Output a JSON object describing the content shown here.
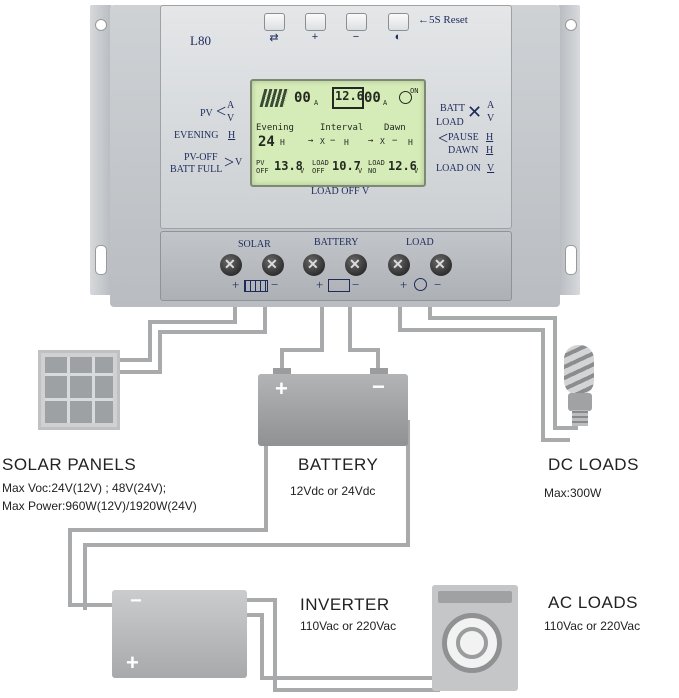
{
  "controller": {
    "model": "L80",
    "reset_label": "←5S Reset",
    "buttons": [
      {
        "symbol": "⇄"
      },
      {
        "symbol": "+"
      },
      {
        "symbol": "−"
      },
      {
        "symbol": "◐"
      }
    ],
    "left_labels": {
      "pv": "PV",
      "a": "A",
      "v": "V",
      "evening": "EVENING",
      "h": "H",
      "pv_off": "PV-OFF",
      "batt_full": "BATT FULL",
      "v2": "V"
    },
    "right_labels": {
      "batt": "BATT",
      "load": "LOAD",
      "a": "A",
      "v": "V",
      "pause": "PAUSE",
      "dawn": "DAWN",
      "h1": "H",
      "h2": "H",
      "load_on": "LOAD ON",
      "v2": "V"
    },
    "load_off": "LOAD OFF V",
    "lcd": {
      "row1": {
        "left_val": "00",
        "left_unit": "A",
        "center_val": "12.6",
        "right_val": "00",
        "right_unit": "A",
        "on": "ON"
      },
      "row2_header": {
        "evening": "Evening",
        "interval": "Interval",
        "dawn": "Dawn"
      },
      "row2_values": {
        "left": "24",
        "h1": "H",
        "a1": "→",
        "x1": "X",
        "dash1": "−",
        "h2": "H",
        "a2": "→",
        "x2": "X",
        "dash2": "−",
        "h3": "H"
      },
      "row3": {
        "left_tag": "PV OFF",
        "left_val": "13.8",
        "left_unit": "V",
        "mid_tag": "LOAD OFF",
        "mid_val": "10.7",
        "mid_unit": "V",
        "right_tag": "LOAD NO",
        "right_val": "12.6",
        "right_unit": "V"
      }
    },
    "terminal_groups": {
      "solar": "SOLAR",
      "battery": "BATTERY",
      "load": "LOAD"
    },
    "polarity": {
      "plus": "+",
      "minus": "−"
    }
  },
  "components": {
    "solar": {
      "title": "SOLAR  PANELS",
      "line1": "Max  Voc:24V(12V) ; 48V(24V);",
      "line2": "Max  Power:960W(12V)/1920W(24V)"
    },
    "battery": {
      "title": "BATTERY",
      "spec": "12Vdc  or  24Vdc",
      "plus": "+",
      "minus": "−"
    },
    "dc_loads": {
      "title": "DC  LOADS",
      "spec": "Max:300W"
    },
    "inverter": {
      "title": "INVERTER",
      "spec": "110Vac  or  220Vac",
      "minus": "−",
      "plus": "+"
    },
    "ac_loads": {
      "title": "AC  LOADS",
      "spec": "110Vac  or  220Vac"
    }
  },
  "colors": {
    "housing": "#c9cdd1",
    "lcd": "#d6ecb8",
    "wire": "#a9aaab",
    "label_blue": "#1d2a5c"
  }
}
